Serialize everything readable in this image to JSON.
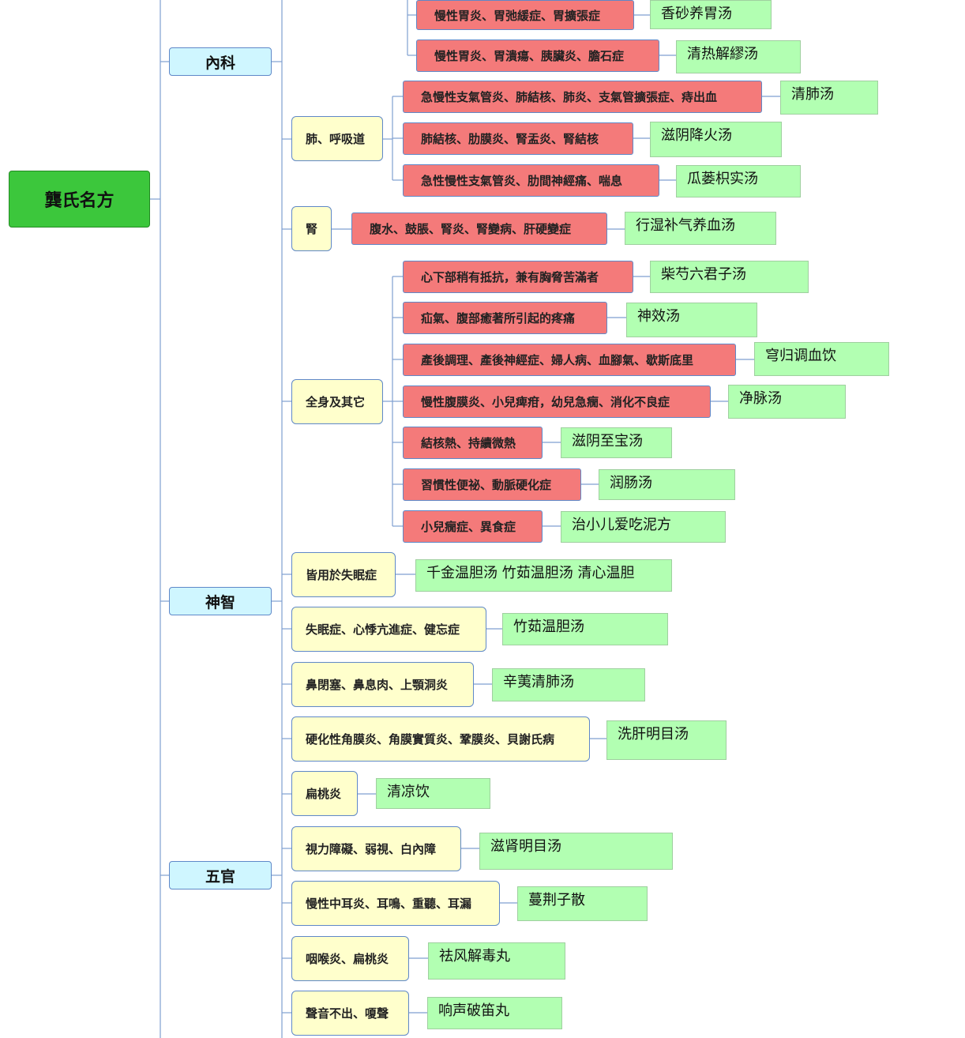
{
  "root": {
    "label": "龔氏名方"
  },
  "categories": [
    {
      "label": "內科"
    },
    {
      "label": "神智"
    },
    {
      "label": "五官"
    }
  ],
  "subcategories": [
    {
      "label": "肺、呼吸道"
    },
    {
      "label": "腎"
    },
    {
      "label": "全身及其它"
    },
    {
      "label": "皆用於失眠症"
    },
    {
      "label": "失眠症、心悸亢進症、健忘症"
    },
    {
      "label": "鼻閉塞、鼻息肉、上顎洞炎"
    },
    {
      "label": "硬化性角膜炎、角膜實質炎、鞏膜炎、貝謝氏病"
    },
    {
      "label": "扁桃炎"
    },
    {
      "label": "視力障礙、弱視、白內障"
    },
    {
      "label": "慢性中耳炎、耳鳴、重聽、耳漏"
    },
    {
      "label": "咽喉炎、扁桃炎"
    },
    {
      "label": "聲音不出、嗄聲"
    }
  ],
  "conditions": [
    {
      "label": "慢性胃炎、胃弛緩症、胃擴張症"
    },
    {
      "label": "慢性胃炎、胃潰瘍、胰臟炎、膽石症"
    },
    {
      "label": "急慢性支氣管炎、肺結核、肺炎、支氣管擴張症、痔出血"
    },
    {
      "label": "肺結核、肋膜炎、腎盂炎、腎結核"
    },
    {
      "label": "急性慢性支氣管炎、肋間神經痛、喘息"
    },
    {
      "label": "腹水、鼓脹、腎炎、腎變病、肝硬變症"
    },
    {
      "label": "心下部稍有抵抗，兼有胸脅苦滿者"
    },
    {
      "label": "疝氣、腹部癒著所引起的疼痛"
    },
    {
      "label": "產後調理、產後神經症、婦人病、血腳氣、歇斯底里"
    },
    {
      "label": "慢性腹膜炎、小兒痺疳，幼兒急癇、消化不良症"
    },
    {
      "label": "結核熱、持續微熱"
    },
    {
      "label": "習慣性便祕、動脈硬化症"
    },
    {
      "label": "小兒癇症、異食症"
    }
  ],
  "formulas": [
    {
      "label": "香砂养胃汤"
    },
    {
      "label": "清热解繆汤"
    },
    {
      "label": "清肺汤"
    },
    {
      "label": "滋阴降火汤"
    },
    {
      "label": "瓜蒌枳实汤"
    },
    {
      "label": "行湿补气养血汤"
    },
    {
      "label": "柴芍六君子汤"
    },
    {
      "label": "神效汤"
    },
    {
      "label": "穹归调血饮"
    },
    {
      "label": "净脉汤"
    },
    {
      "label": "滋阴至宝汤"
    },
    {
      "label": "润肠汤"
    },
    {
      "label": "治小儿爱吃泥方"
    },
    {
      "label": "千金温胆汤  竹茹温胆汤  清心温胆"
    },
    {
      "label": "竹茹温胆汤"
    },
    {
      "label": "辛荑清肺汤"
    },
    {
      "label": "洗肝明目汤"
    },
    {
      "label": "清凉饮"
    },
    {
      "label": "滋肾明目汤"
    },
    {
      "label": "蔓荆子散"
    },
    {
      "label": "祛风解毒丸"
    },
    {
      "label": "响声破笛丸"
    }
  ],
  "colors": {
    "root_fill": "#3cc73c",
    "category_fill": "#cff6ff",
    "subcategory_fill": "#ffffcc",
    "condition_fill": "#f47a7a",
    "formula_fill": "#b2ffb2",
    "connector": "#7f9fd0"
  }
}
